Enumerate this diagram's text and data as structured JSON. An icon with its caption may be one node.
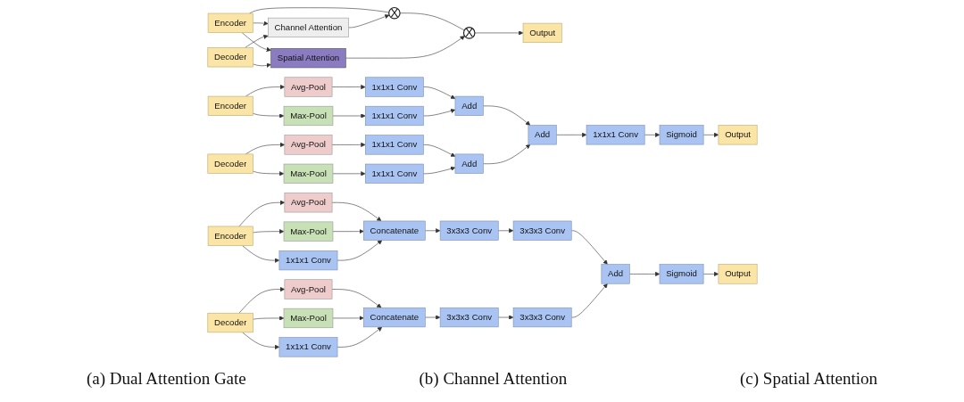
{
  "diagram": {
    "nodes": [
      {
        "text": [
          "Encoder"
        ]
      },
      {
        "text": [
          "X"
        ]
      },
      {
        "text": [
          "X"
        ]
      },
      {
        "text": [
          "Output"
        ]
      },
      {
        "text": [
          "Channel Attention"
        ]
      },
      {
        "text": [
          "Spatial Attention"
        ]
      },
      {
        "text": [
          "Decoder"
        ]
      },
      {
        "text": [
          "Encoder"
        ]
      },
      {
        "text": [
          "Avg-Pool"
        ]
      },
      {
        "text": [
          "Max-Pool"
        ]
      },
      {
        "text": [
          "1x1x1 Conv"
        ]
      },
      {
        "text": [
          "1x1x1 Conv"
        ]
      },
      {
        "text": [
          "Add"
        ]
      },
      {
        "text": [
          "Decoder"
        ]
      },
      {
        "text": [
          "Avg-Pool"
        ]
      },
      {
        "text": [
          "Max-Pool"
        ]
      },
      {
        "text": [
          "1x1x1 Conv"
        ]
      },
      {
        "text": [
          "1x1x1 Conv"
        ]
      },
      {
        "text": [
          "Add"
        ]
      },
      {
        "text": [
          "Add"
        ]
      },
      {
        "text": [
          "1x1x1 Conv"
        ]
      },
      {
        "text": [
          "Sigmoid"
        ]
      },
      {
        "text": [
          "Output"
        ]
      },
      {
        "text": [
          "Encoder"
        ]
      },
      {
        "text": [
          "Avg-Pool"
        ]
      },
      {
        "text": [
          "Max-Pool"
        ]
      },
      {
        "text": [
          "1x1x1 Conv"
        ]
      },
      {
        "text": [
          "Concatenate"
        ]
      },
      {
        "text": [
          "3x3x3 Conv"
        ]
      },
      {
        "text": [
          "3x3x3 Conv"
        ]
      },
      {
        "text": [
          "Decoder"
        ]
      },
      {
        "text": [
          "Avg-Pool"
        ]
      },
      {
        "text": [
          "Max-Pool"
        ]
      },
      {
        "text": [
          "1x1x1 Conv"
        ]
      },
      {
        "text": [
          "Concatenate"
        ]
      },
      {
        "text": [
          "3x3x3 Conv"
        ]
      },
      {
        "text": [
          "3x3x3 Conv"
        ]
      },
      {
        "text": [
          "Add"
        ]
      },
      {
        "text": [
          "Sigmoid"
        ]
      },
      {
        "text": [
          "Output"
        ]
      }
    ],
    "edges": [
      {
        "from": 0,
        "to": 1,
        "arrow": "none"
      },
      {
        "from": 1,
        "to": 2,
        "arrow": "none"
      },
      {
        "from": 2,
        "to": 3,
        "arrow": "to"
      },
      {
        "from": 4,
        "to": 1,
        "arrow": "to"
      },
      {
        "from": 5,
        "to": 2,
        "arrow": "to"
      },
      {
        "from": 0,
        "to": 4,
        "arrow": "to"
      },
      {
        "from": 0,
        "to": 5,
        "arrow": "to"
      },
      {
        "from": 6,
        "to": 4,
        "arrow": "to"
      },
      {
        "from": 6,
        "to": 5,
        "arrow": "to"
      },
      {
        "from": 7,
        "to": 8,
        "arrow": "to"
      },
      {
        "from": 7,
        "to": 9,
        "arrow": "to"
      },
      {
        "from": 8,
        "to": 10,
        "arrow": "to"
      },
      {
        "from": 9,
        "to": 11,
        "arrow": "to"
      },
      {
        "from": 10,
        "to": 12,
        "arrow": "to"
      },
      {
        "from": 11,
        "to": 12,
        "arrow": "to"
      },
      {
        "from": 13,
        "to": 14,
        "arrow": "to"
      },
      {
        "from": 13,
        "to": 15,
        "arrow": "to"
      },
      {
        "from": 14,
        "to": 16,
        "arrow": "to"
      },
      {
        "from": 15,
        "to": 17,
        "arrow": "to"
      },
      {
        "from": 16,
        "to": 18,
        "arrow": "to"
      },
      {
        "from": 17,
        "to": 18,
        "arrow": "to"
      },
      {
        "from": 12,
        "to": 19,
        "arrow": "to"
      },
      {
        "from": 18,
        "to": 19,
        "arrow": "to"
      },
      {
        "from": 19,
        "to": 20,
        "arrow": "to"
      },
      {
        "from": 20,
        "to": 21,
        "arrow": "to"
      },
      {
        "from": 21,
        "to": 22,
        "arrow": "to"
      },
      {
        "from": 23,
        "to": 24,
        "arrow": "to"
      },
      {
        "from": 23,
        "to": 25,
        "arrow": "to"
      },
      {
        "from": 23,
        "to": 26,
        "arrow": "to"
      },
      {
        "from": 24,
        "to": 27,
        "arrow": "to"
      },
      {
        "from": 25,
        "to": 27,
        "arrow": "to"
      },
      {
        "from": 26,
        "to": 27,
        "arrow": "to"
      },
      {
        "from": 27,
        "to": 28,
        "arrow": "to"
      },
      {
        "from": 28,
        "to": 29,
        "arrow": "to"
      },
      {
        "from": 30,
        "to": 31,
        "arrow": "to"
      },
      {
        "from": 30,
        "to": 32,
        "arrow": "to"
      },
      {
        "from": 30,
        "to": 33,
        "arrow": "to"
      },
      {
        "from": 31,
        "to": 34,
        "arrow": "to"
      },
      {
        "from": 32,
        "to": 34,
        "arrow": "to"
      },
      {
        "from": 33,
        "to": 34,
        "arrow": "to"
      },
      {
        "from": 34,
        "to": 35,
        "arrow": "to"
      },
      {
        "from": 35,
        "to": 36,
        "arrow": "to"
      },
      {
        "from": 29,
        "to": 37,
        "arrow": "to"
      },
      {
        "from": 36,
        "to": 37,
        "arrow": "to"
      },
      {
        "from": 37,
        "to": 38,
        "arrow": "to"
      },
      {
        "from": 38,
        "to": 39,
        "arrow": "to"
      }
    ],
    "labels": [
      "(a) Dual Attention Gate",
      "(b) Channel Attention",
      "(c) Spatial Attention"
    ]
  }
}
